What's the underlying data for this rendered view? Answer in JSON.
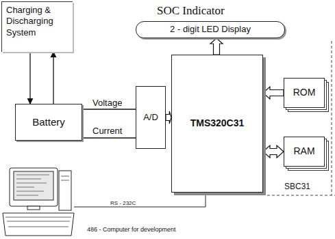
{
  "diagram": {
    "nodes": [
      {
        "text": [
          "Charging & Discharging System"
        ]
      },
      {
        "text": [
          "2 - digit LED Display"
        ]
      },
      {
        "text": [
          "Battery"
        ]
      },
      {
        "text": [
          "A/D"
        ]
      },
      {
        "text": [
          "TMS320C31"
        ]
      },
      {
        "text": [
          "ROM"
        ]
      },
      {
        "text": [
          "RAM"
        ]
      }
    ],
    "edges": [
      {
        "from": 0,
        "to": 2,
        "arrow": "to"
      },
      {
        "from": 2,
        "to": 0,
        "arrow": "to"
      },
      {
        "from": 2,
        "to": 3,
        "label": "Voltage",
        "arrow": "none"
      },
      {
        "from": 2,
        "to": 3,
        "label": "Current",
        "arrow": "none"
      },
      {
        "from": 3,
        "to": 4,
        "arrow": "to"
      },
      {
        "from": 4,
        "to": 1,
        "arrow": "to"
      },
      {
        "from": 5,
        "to": 4,
        "arrow": "to"
      },
      {
        "from": 6,
        "to": 4,
        "arrow": "both"
      }
    ],
    "labels": [
      "SOC Indicator",
      "SBC31",
      "RS - 232C",
      "486 - Computer for development"
    ]
  }
}
